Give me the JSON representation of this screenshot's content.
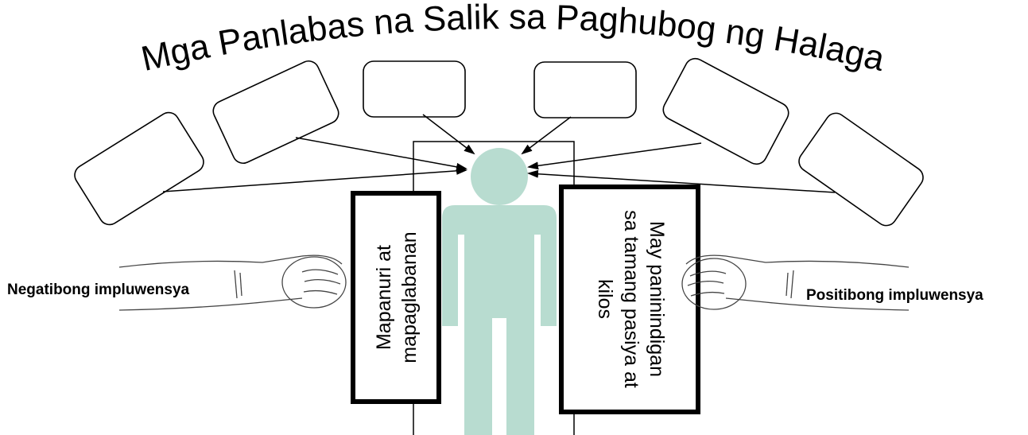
{
  "title": "Mga Panlabas na Salik sa Paghubog ng Halaga",
  "left_panel": {
    "line1": "Mapanuri at",
    "line2": "mapaglabanan"
  },
  "right_panel": {
    "line1": "May paninindigan",
    "line2": "sa tamang pasiya at",
    "line3": "kilos"
  },
  "labels": {
    "negative": "Negatibong impluwensya",
    "positive": "Positibong impluwensya"
  },
  "colors": {
    "figure": "#b8dcd0",
    "stroke": "#000000"
  },
  "empty_boxes_count": 6
}
